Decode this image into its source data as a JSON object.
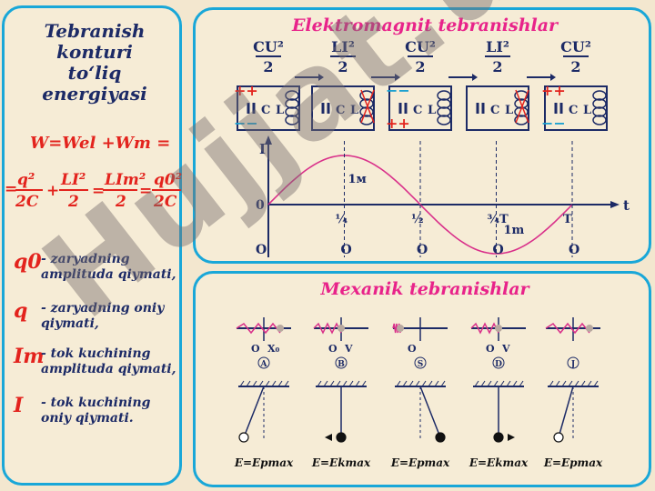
{
  "left": {
    "title": [
      "Tebranish",
      "konturi",
      "to‘liq",
      "energiyasi"
    ],
    "formula": {
      "line1": "W=Wel +Wm =",
      "q2": "q²",
      "twoC_a": "2C",
      "LI2": "LI²",
      "two_a": "2",
      "LIm2": "LIm²",
      "two_b": "2",
      "q02": "q0²",
      "twoC_b": "2C",
      "plus": "+",
      "eq1": "=",
      "eq2": "=",
      "eq3": "="
    },
    "legend": [
      {
        "sym": "q0",
        "text": "- zaryadning amplituda qiymati,"
      },
      {
        "sym": "q",
        "text": "- zaryadning oniy qiymati,"
      },
      {
        "sym": "Im",
        "text": "- tok kuchining amplituda qiymati,"
      },
      {
        "sym": "I",
        "text": "- tok kuchining oniy qiymati."
      }
    ]
  },
  "top": {
    "title": "Elektromagnit tebranishlar",
    "energy_labels": [
      {
        "num": "CU²",
        "den": "2"
      },
      {
        "num": "LI²",
        "den": "2"
      },
      {
        "num": "CU²",
        "den": "2"
      },
      {
        "num": "LI²",
        "den": "2"
      },
      {
        "num": "CU²",
        "den": "2"
      }
    ],
    "circuit_labels": {
      "c": "C",
      "l": "L"
    },
    "graph": {
      "y_axis": "I",
      "x_axis": "t",
      "origin": "0",
      "im_label": "1м",
      "im_label2": "1m",
      "ticks": [
        "¼",
        "½",
        "¾T",
        "T"
      ],
      "bottom_o": [
        "O",
        "O",
        "O",
        "O",
        "O"
      ]
    }
  },
  "bottom": {
    "title": "Mexanik tebranishlar",
    "springs": [
      {
        "o": "O",
        "extra": "X₀",
        "letter": "A"
      },
      {
        "o": "O",
        "extra": "V",
        "letter": "B"
      },
      {
        "o": "O",
        "extra": "",
        "letter": "S"
      },
      {
        "o": "O",
        "extra": "V",
        "letter": "D"
      },
      {
        "o": "",
        "extra": "",
        "letter": "J"
      }
    ],
    "energy": [
      "E=Epmax",
      "E=Ekmax",
      "E=Epmax",
      "E=Ekmax",
      "E=Epmax"
    ]
  },
  "watermark": "Hujjat.uz",
  "colors": {
    "border": "#19a7d8",
    "title": "#e8238a",
    "red": "#e3231d",
    "navy": "#1c2a66",
    "curve": "#d9308a"
  }
}
